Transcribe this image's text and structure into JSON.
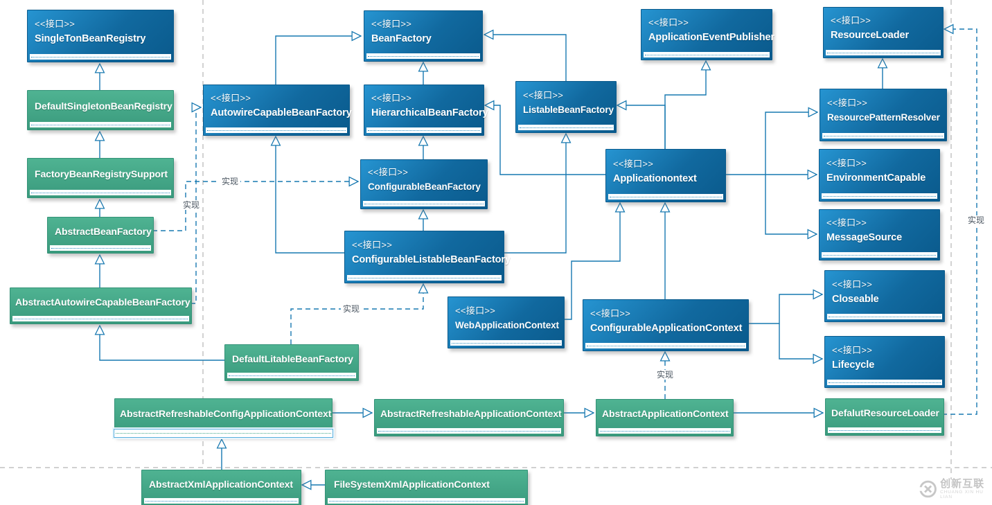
{
  "diagram": {
    "stereotype": "<<接口>>",
    "implements_label": "实现",
    "colors": {
      "interface_fill_top": "#2694d1",
      "interface_fill_bottom": "#0a5a8c",
      "class_fill_top": "#4fb392",
      "class_fill_bottom": "#3a9a7d",
      "edge": "#1778b0",
      "page_boundary": "#b5b5b5"
    },
    "nodes": [
      {
        "type": "interface",
        "name": "SingleTonBeanRegistry"
      },
      {
        "type": "class",
        "name": "DefaultSingletonBeanRegistry"
      },
      {
        "type": "class",
        "name": "FactoryBeanRegistrySupport"
      },
      {
        "type": "class",
        "name": "AbstractBeanFactory"
      },
      {
        "type": "class",
        "name": "AbstractAutowireCapableBeanFactory"
      },
      {
        "type": "class",
        "name": "DefaultLitableBeanFactory"
      },
      {
        "type": "interface",
        "name": "BeanFactory"
      },
      {
        "type": "interface",
        "name": "AutowireCapableBeanFactory"
      },
      {
        "type": "interface",
        "name": "HierarchicalBeanFactory"
      },
      {
        "type": "interface",
        "name": "ListableBeanFactory"
      },
      {
        "type": "interface",
        "name": "ApplicationEventPublisher"
      },
      {
        "type": "interface",
        "name": "ConfigurableBeanFactory"
      },
      {
        "type": "interface",
        "name": "ConfigurableListableBeanFactory"
      },
      {
        "type": "interface",
        "name": "Applicationontext"
      },
      {
        "type": "interface",
        "name": "WebApplicationContext"
      },
      {
        "type": "interface",
        "name": "ConfigurableApplicationContext"
      },
      {
        "type": "interface",
        "name": "ResourceLoader"
      },
      {
        "type": "interface",
        "name": "ResourcePatternResolver"
      },
      {
        "type": "interface",
        "name": "EnvironmentCapable"
      },
      {
        "type": "interface",
        "name": "MessageSource"
      },
      {
        "type": "interface",
        "name": "Closeable"
      },
      {
        "type": "interface",
        "name": "Lifecycle"
      },
      {
        "type": "class",
        "name": "AbstractRefreshableConfigApplicationContext"
      },
      {
        "type": "class",
        "name": "AbstractRefreshableApplicationContext"
      },
      {
        "type": "class",
        "name": "AbstractApplicationContext"
      },
      {
        "type": "class",
        "name": "DefalutResourceLoader"
      },
      {
        "type": "class",
        "name": "AbstractXmlApplicationContext"
      },
      {
        "type": "class",
        "name": "FileSystemXmlApplicationContext"
      }
    ]
  },
  "watermark": {
    "brand": "创新互联",
    "sub": "CHUANG XIN HU LIAN"
  }
}
